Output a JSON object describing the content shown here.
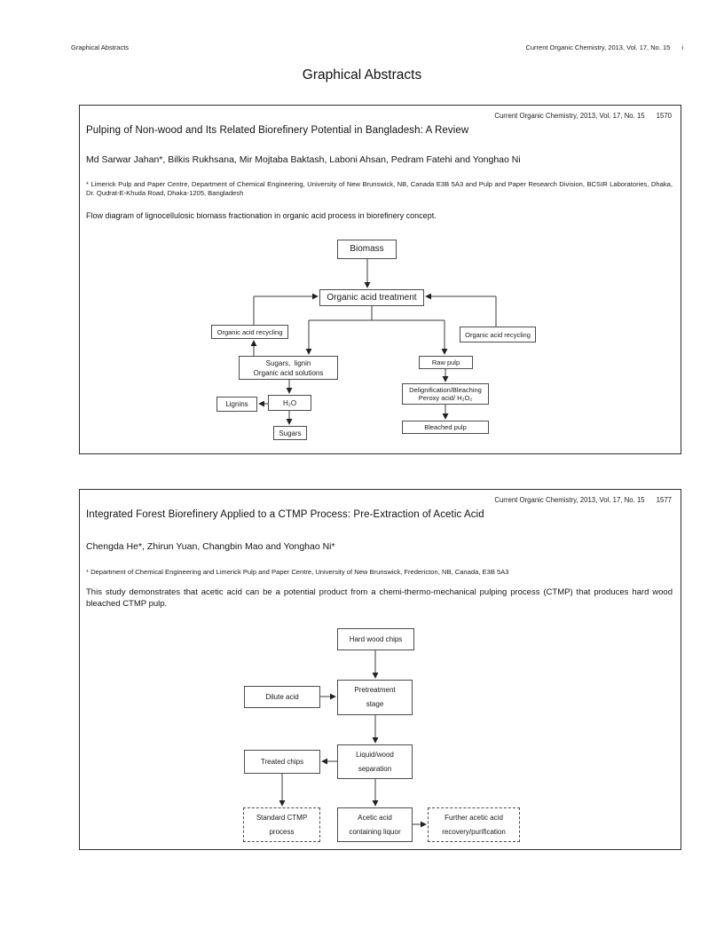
{
  "page_header": {
    "left": "Graphical Abstracts",
    "right_journal": "Current Organic Chemistry, 2013, Vol. 17, No. 15",
    "right_page": "i"
  },
  "page_title": "Graphical Abstracts",
  "abstracts": [
    {
      "journal_line": "Current Organic Chemistry, 2013, Vol. 17, No. 15",
      "page_number": "1570",
      "title": "Pulping of Non-wood and Its Related Biorefinery Potential in Bangladesh: A Review",
      "authors": "Md Sarwar Jahan*, Bilkis Rukhsana, Mir Mojtaba Baktash, Laboni Ahsan, Pedram Fatehi and Yonghao Ni",
      "affiliation": "* Limerick Pulp and Paper Centre, Department of Chemical Engineering, University of New Brunswick, NB, Canada E3B 5A3 and Pulp and Paper Research Division, BCSIR Laboratories, Dhaka, Dr. Qudrat-E-Khuda Road, Dhaka-1205, Bangladesh",
      "caption": "Flow diagram of lignocellulosic biomass fractionation in organic acid process in biorefinery concept.",
      "diagram": {
        "biomass": "Biomass",
        "treatment": "Organic acid treatment",
        "recycling_left": "Organic acid recycling",
        "recycling_right": "Organic acid recycling",
        "sugars_lignin": {
          "l1": "Sugars,  lignin",
          "l2": "Organic acid solutions"
        },
        "raw_pulp": "Raw pulp",
        "h2o": "H₂O",
        "lignins": "Lignins",
        "sugars": "Sugars",
        "delig": {
          "l1": "Delignification/Bleaching",
          "l2": "Peroxy acid/ H₂O₂"
        },
        "bleached": "Bleached pulp"
      }
    },
    {
      "journal_line": "Current Organic Chemistry, 2013, Vol. 17, No. 15",
      "page_number": "1577",
      "title": "Integrated Forest Biorefinery Applied to a CTMP Process: Pre-Extraction of Acetic Acid",
      "authors": "Chengda He*, Zhirun Yuan, Changbin Mao and Yonghao Ni*",
      "affiliation": "* Department of Chemical Engineering and Limerick Pulp and Paper Centre, University of New Brunswick, Fredericton, NB, Canada, E3B 5A3",
      "description": "This study demonstrates that acetic acid can be a potential product from a chemi-thermo-mechanical pulping process (CTMP) that produces hard wood bleached CTMP pulp.",
      "diagram": {
        "hardwood": "Hard wood chips",
        "pretreatment": {
          "l1": "Pretreatment",
          "l2": "stage"
        },
        "dilute_acid": "Dilute acid",
        "liquid_wood": {
          "l1": "Liquid/wood",
          "l2": "separation"
        },
        "treated_chips": "Treated chips",
        "standard_ctmp": {
          "l1": "Standard CTMP",
          "l2": "process"
        },
        "acetic_liquor": {
          "l1": "Acetic acid",
          "l2": "containing liquor"
        },
        "further_recovery": {
          "l1": "Further acetic acid",
          "l2": "recovery/purification"
        }
      }
    }
  ]
}
